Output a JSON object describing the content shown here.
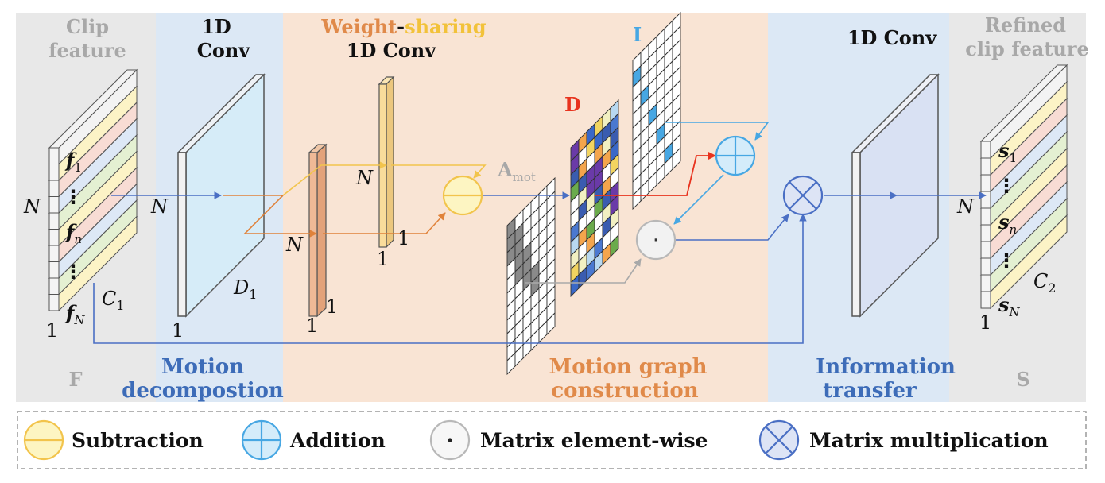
{
  "sections": {
    "clip": {
      "label_line1": "Clip",
      "label_line2": "feature",
      "bottom": "F"
    },
    "conv1": {
      "label_line1": "1D",
      "label_line2": "Conv"
    },
    "decomp": {
      "label_line1": "Motion",
      "label_line2": "decompostion"
    },
    "weight": {
      "label_a": "Weight",
      "label_dash": "-",
      "label_b": "sharing",
      "label_line2": "1D Conv"
    },
    "graph": {
      "label_line1": "Motion graph",
      "label_line2": "construction"
    },
    "transfer": {
      "label_line1": "Information",
      "label_line2": "transfer"
    },
    "conv2": {
      "label": "1D Conv"
    },
    "refined": {
      "label_line1": "Refined",
      "label_line2": "clip feature",
      "bottom": "S"
    }
  },
  "symbols": {
    "f1": "f",
    "f1_sub": "1",
    "fn": "f",
    "fn_sub": "n",
    "fN": "f",
    "fN_sub": "N",
    "s1": "s",
    "s1_sub": "1",
    "sn": "s",
    "sn_sub": "n",
    "sN": "s",
    "sN_sub": "N",
    "dots": "⋮",
    "N": "N",
    "one": "1",
    "C1": "C",
    "C1_sub": "1",
    "C2": "C",
    "C2_sub": "2",
    "D1": "D",
    "D1_sub": "1",
    "Amot": "A",
    "Amot_sub": "mot",
    "D": "D",
    "I": "I",
    "dot_op": "·"
  },
  "legend": {
    "items": [
      {
        "icon": "subtraction-icon",
        "label": "Subtraction"
      },
      {
        "icon": "addition-icon",
        "label": "Addition"
      },
      {
        "icon": "element-wise-icon",
        "label": "Matrix element-wise"
      },
      {
        "icon": "multiplication-icon",
        "label": "Matrix multiplication"
      }
    ]
  },
  "colors": {
    "gray_band": "#e8e8e8",
    "blue_band": "#dce8f5",
    "orange_band": "#f9e4d4",
    "blue_text": "#3d6cb8",
    "orange_text": "#e08a4a",
    "yellow_text": "#f2c23a",
    "gray_text": "#a8a8a8",
    "red": "#e8331e",
    "light_blue": "#47a7e3",
    "line_blue": "#4a6fc4",
    "line_orange": "#e0823a",
    "line_yellow": "#f2c44c",
    "line_gray": "#a9a9a9"
  }
}
